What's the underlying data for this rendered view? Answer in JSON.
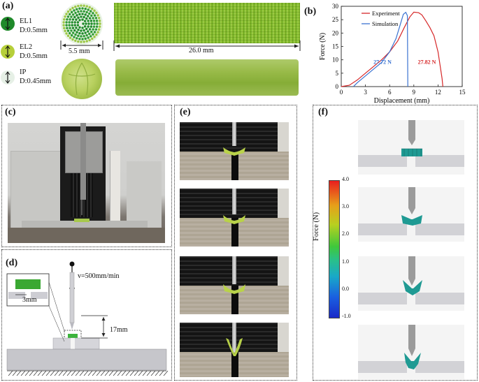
{
  "panels": {
    "a": {
      "label": "(a)",
      "legend": [
        {
          "name": "EL1",
          "diameter": "D:0.5mm",
          "color": "#1f8a2a"
        },
        {
          "name": "EL2",
          "diameter": "D:0.5mm",
          "color": "#b6cf3a"
        },
        {
          "name": "IP",
          "diameter": "D:0.45mm",
          "color": "#e6f0e6"
        }
      ],
      "dim_diameter": "5.5 mm",
      "dim_length": "26.0 mm"
    },
    "b": {
      "label": "(b)",
      "legend": [
        "Experiment",
        "Simulation"
      ],
      "annot_sim": "27.72 N",
      "annot_exp": "27.82 N"
    },
    "c": {
      "label": "(c)"
    },
    "d": {
      "label": "(d)",
      "velocity": "v=500mm/min",
      "height": "17mm",
      "gap": "3mm"
    },
    "e": {
      "label": "(e)"
    },
    "f": {
      "label": "(f)",
      "colorbar_title": "Force (N)",
      "colorbar_ticks": [
        "4.0",
        "3.0",
        "2.0",
        "1.0",
        "0.0",
        "-1.0"
      ]
    }
  },
  "chart_data": {
    "type": "line",
    "xlabel": "Displacement (mm)",
    "ylabel": "Force (N)",
    "xlim": [
      0,
      15
    ],
    "ylim": [
      0,
      30
    ],
    "xticks": [
      0,
      3,
      6,
      9,
      12,
      15
    ],
    "yticks": [
      0,
      5,
      10,
      15,
      20,
      25,
      30
    ],
    "series": [
      {
        "name": "Experiment",
        "color": "#d62728",
        "x": [
          0,
          1,
          2,
          3,
          4,
          5,
          6,
          7,
          7.8,
          8.5,
          9,
          9.6,
          10,
          10.5,
          11,
          11.5,
          12,
          12.3,
          12.5,
          12.6
        ],
        "y": [
          0,
          0.5,
          2.5,
          5,
          7.5,
          10,
          13,
          17,
          22,
          26,
          27.82,
          27.6,
          26.8,
          24.5,
          22,
          19,
          13,
          7,
          3,
          0
        ]
      },
      {
        "name": "Simulation",
        "color": "#3b73d1",
        "x": [
          1.5,
          2,
          3,
          4,
          5,
          6,
          6.8,
          7.3,
          7.7,
          8.0,
          8.2,
          8.25
        ],
        "y": [
          0,
          1.5,
          4,
          6.5,
          9,
          13,
          18,
          23,
          27,
          27.72,
          26.5,
          0
        ]
      }
    ],
    "annotations": [
      "27.72 N",
      "27.82 N"
    ]
  }
}
